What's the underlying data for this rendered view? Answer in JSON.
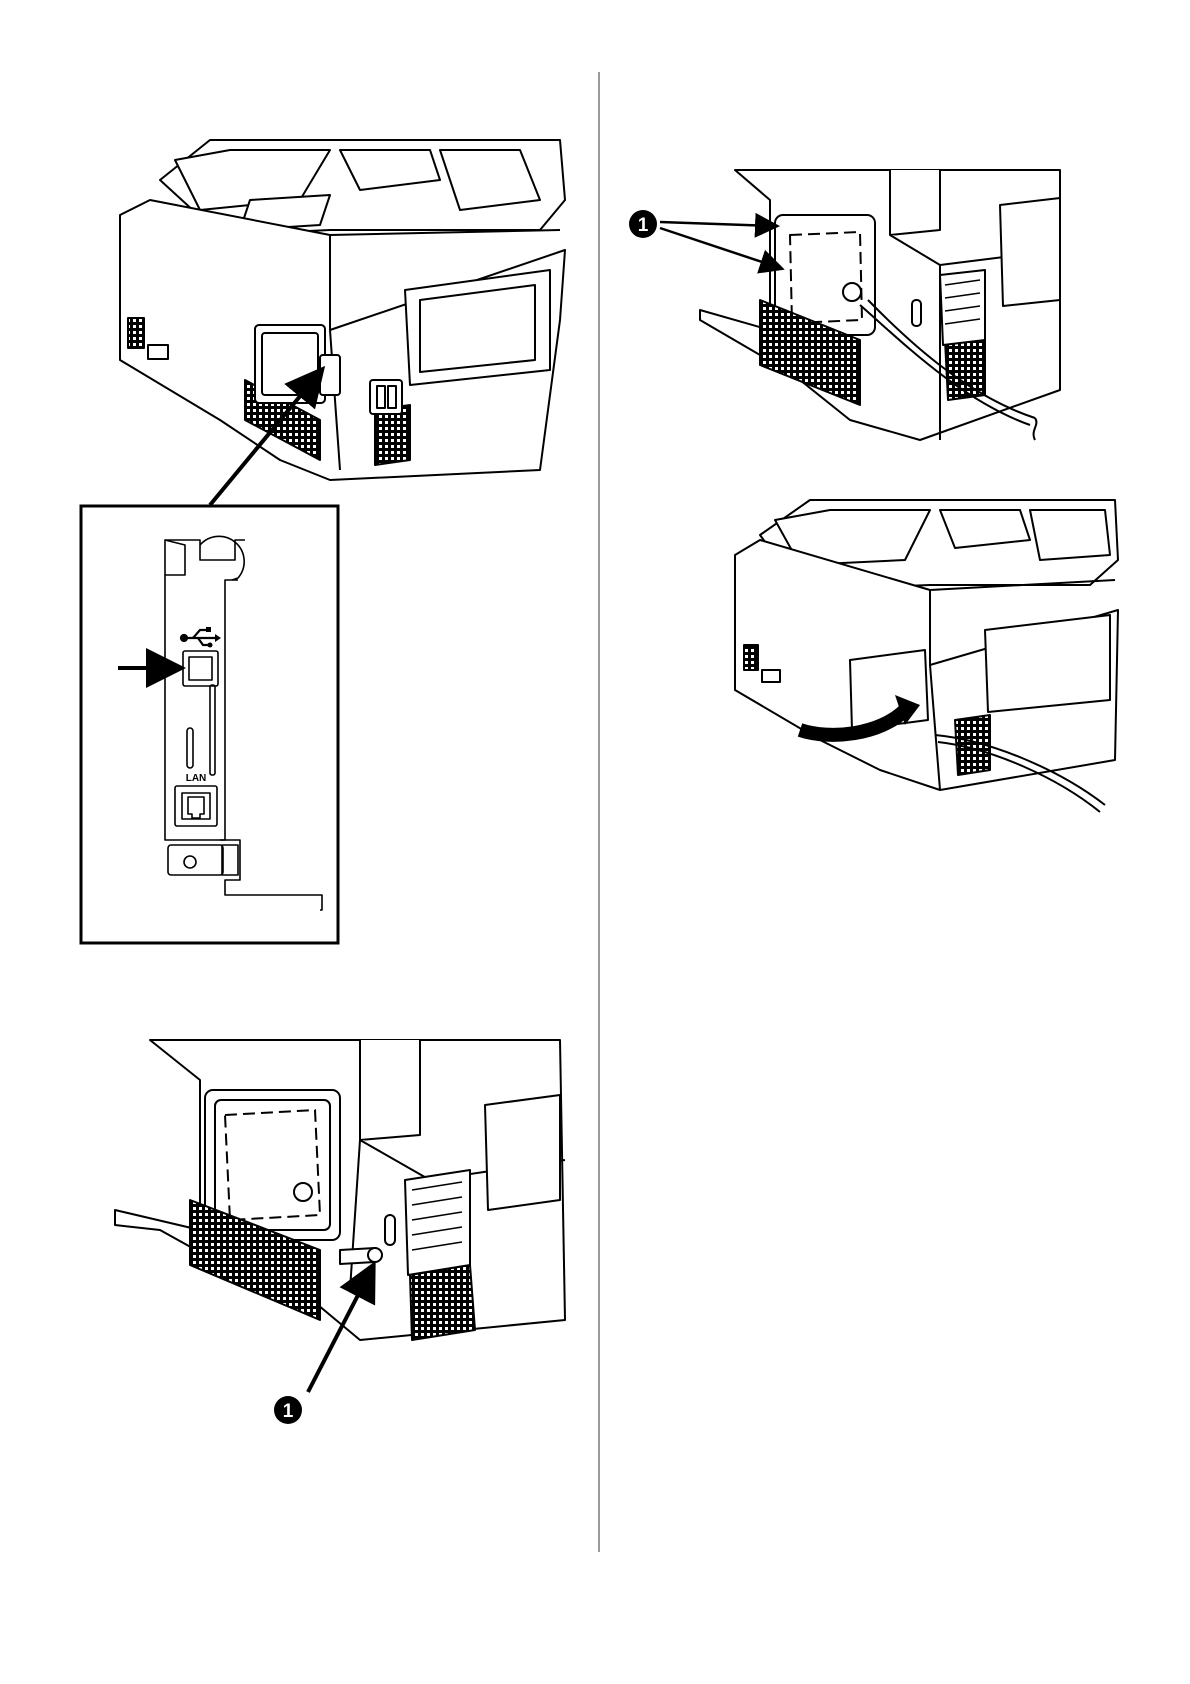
{
  "callouts": {
    "step1_number": "1",
    "step2_number": "1",
    "step3_number": "1"
  },
  "inset": {
    "port_label": "LAN"
  },
  "icons": {
    "usb": "usb-icon",
    "lan": "ethernet-port-icon",
    "arrow": "arrow-icon"
  },
  "colors": {
    "line": "#000000",
    "paper": "#ffffff",
    "divider": "#9a9a9a"
  }
}
